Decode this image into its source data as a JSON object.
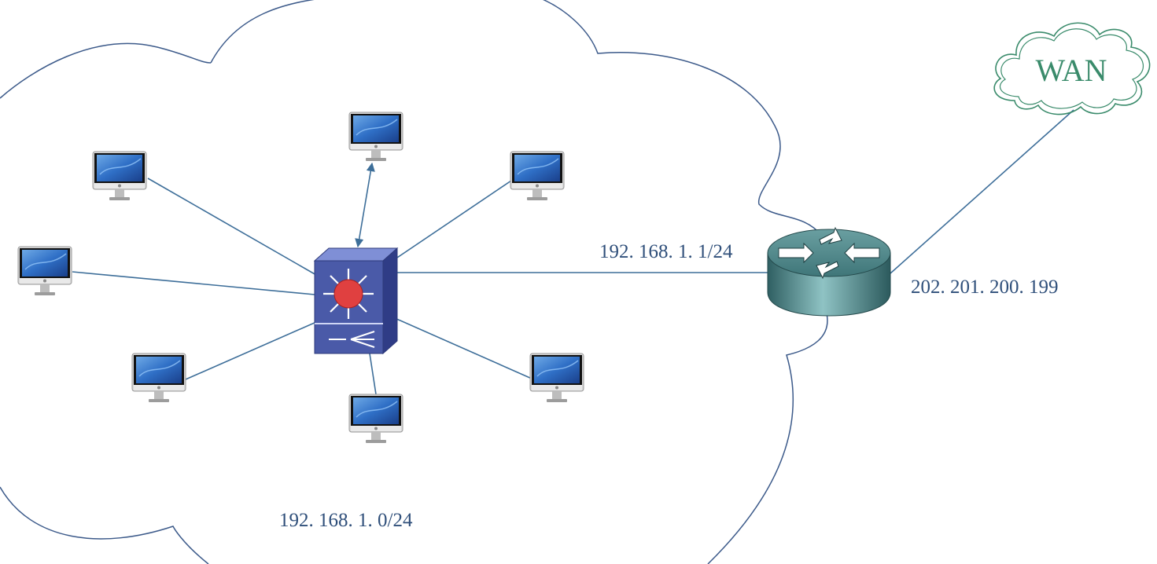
{
  "labels": {
    "lan_subnet": "192. 168. 1. 0/24",
    "router_lan_ip": "192. 168. 1. 1/24",
    "router_wan_ip": "202. 201. 200. 199",
    "wan": "WAN"
  },
  "nodes": {
    "pcs": [
      "pc-1",
      "pc-2",
      "pc-3",
      "pc-4",
      "pc-5",
      "pc-6",
      "pc-7"
    ],
    "switch": "layer-3-switch",
    "router": "router",
    "wan_cloud": "wan-cloud"
  },
  "colors": {
    "link": "#3d6e99",
    "lan_cloud_outline": "#3c5a8a",
    "wan_cloud_outline": "#3a8b6b",
    "switch_body": "#4a5aa8",
    "switch_center": "#e04040",
    "router_body": "#3e7a7c"
  }
}
